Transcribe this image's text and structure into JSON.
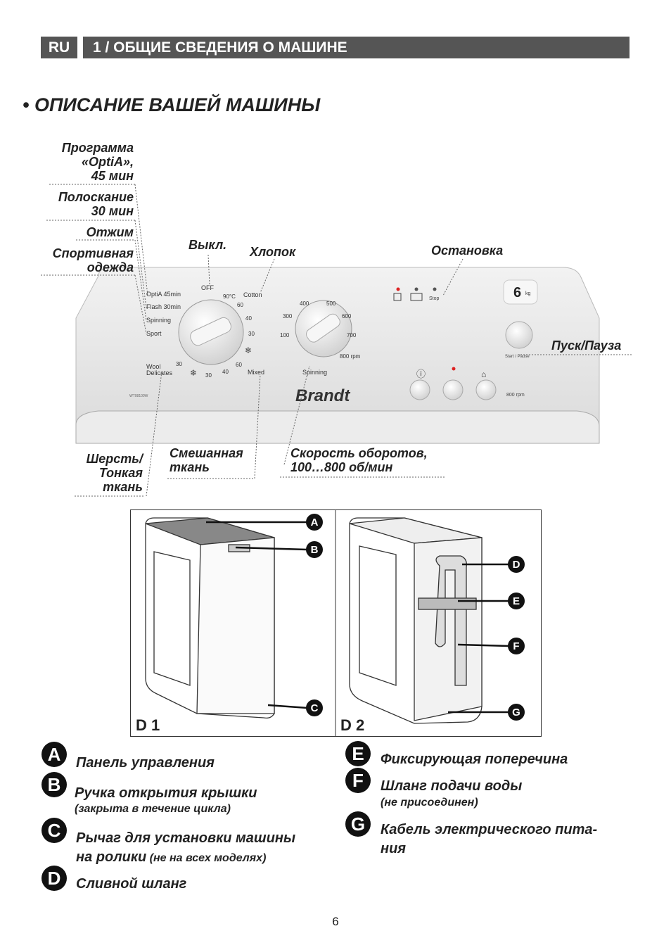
{
  "header": {
    "lang": "RU",
    "section": "1 / ОБЩИЕ СВЕДЕНИЯ О МАШИНЕ"
  },
  "title": "• ОПИСАНИЕ ВАШЕЙ МАШИНЫ",
  "labels": {
    "optia": [
      "Программа",
      "«OptiA»,",
      "45 мин"
    ],
    "rinse": [
      "Полоскание",
      "30 мин"
    ],
    "spin": "Отжим",
    "sport": [
      "Спортивная",
      "одежда"
    ],
    "off": "Выкл.",
    "cotton": "Хлопок",
    "stop": "Остановка",
    "start": "Пуск/Пауза",
    "wool": [
      "Шерсть/",
      "Тонкая",
      "ткань"
    ],
    "mixed": [
      "Смешанная",
      "ткань"
    ],
    "speed": [
      "Скорость оборотов,",
      "100…800 об/мин"
    ]
  },
  "panel": {
    "brand": "Brandt",
    "model": "WT08100W",
    "rpm_badge": "800 rpm",
    "capacity": "6",
    "capacity_unit": "kg",
    "start_pause": "Start / Pause",
    "stop": "Stop",
    "program_dial": {
      "optia": "OptiA 45min",
      "flash": "Flash 30min",
      "spinning": "Spinning",
      "sport": "Sport",
      "off": "OFF",
      "t90": "90°C",
      "cotton": "Cotton",
      "t60": "60",
      "t40": "40",
      "t30": "30",
      "t60b": "60",
      "mixed": "Mixed",
      "t40b": "40",
      "t30b": "30",
      "wool": "Wool",
      "delicates": "Delicates",
      "t30c": "30"
    },
    "speed_dial": {
      "s400": "400",
      "s500": "500",
      "s300": "300",
      "s600": "600",
      "s100": "100",
      "s700": "700",
      "s800": "800 rpm",
      "spinning": "Spinning"
    }
  },
  "diagram": {
    "d1": "D 1",
    "d2": "D 2",
    "markers": [
      "A",
      "B",
      "C",
      "D",
      "E",
      "F",
      "G"
    ]
  },
  "legend": {
    "a": {
      "letter": "A",
      "text": "Панель управления"
    },
    "b": {
      "letter": "B",
      "text": "Ручка открытия крышки",
      "sub": "(закрыта в течение цикла)"
    },
    "c": {
      "letter": "C",
      "text": "Рычаг для установки машины",
      "text2": "на ролики",
      "sub": "(не на всех моделях)"
    },
    "d": {
      "letter": "D",
      "text": "Сливной шланг"
    },
    "e": {
      "letter": "E",
      "text": "Фиксирующая поперечина"
    },
    "f": {
      "letter": "F",
      "text": "Шланг подачи воды",
      "sub": "(не присоединен)"
    },
    "g": {
      "letter": "G",
      "text": "Кабель электрического пита-",
      "text2": "ния"
    }
  },
  "page_number": "6"
}
